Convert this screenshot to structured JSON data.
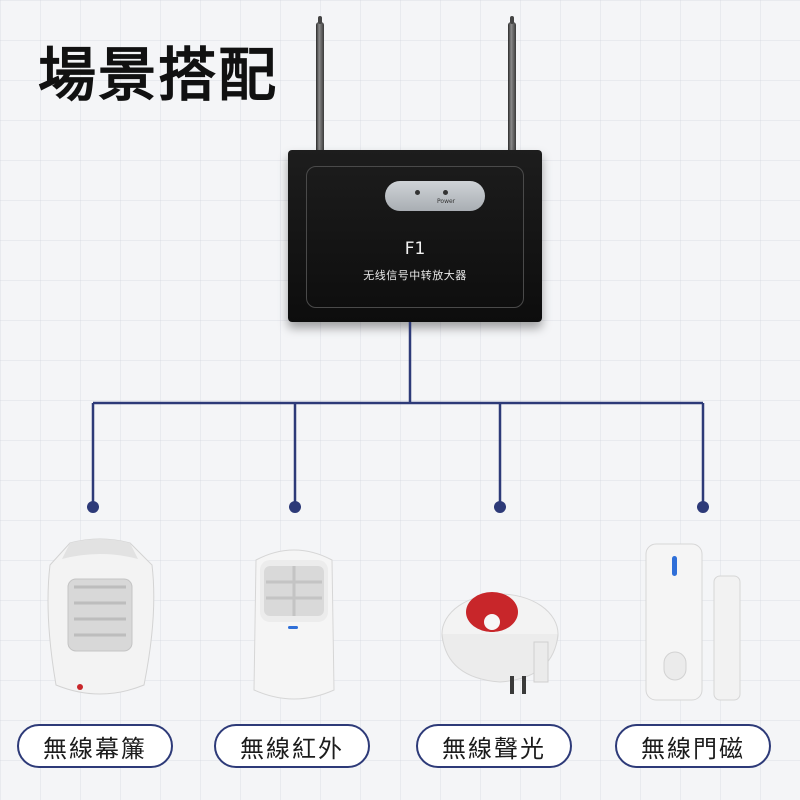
{
  "title": "場景搭配",
  "device": {
    "power_label": "Power",
    "model": "F1",
    "description": "无线信号中转放大器"
  },
  "colors": {
    "connector": "#2d3a78",
    "device_body": "#111111",
    "product_white": "#f2f2f2",
    "alarm_red": "#c8262a"
  },
  "products": [
    {
      "icon": "curtain-sensor-icon",
      "label": "無線幕簾"
    },
    {
      "icon": "infrared-sensor-icon",
      "label": "無線紅外"
    },
    {
      "icon": "strobe-siren-icon",
      "label": "無線聲光"
    },
    {
      "icon": "door-magnet-icon",
      "label": "無線門磁"
    }
  ]
}
